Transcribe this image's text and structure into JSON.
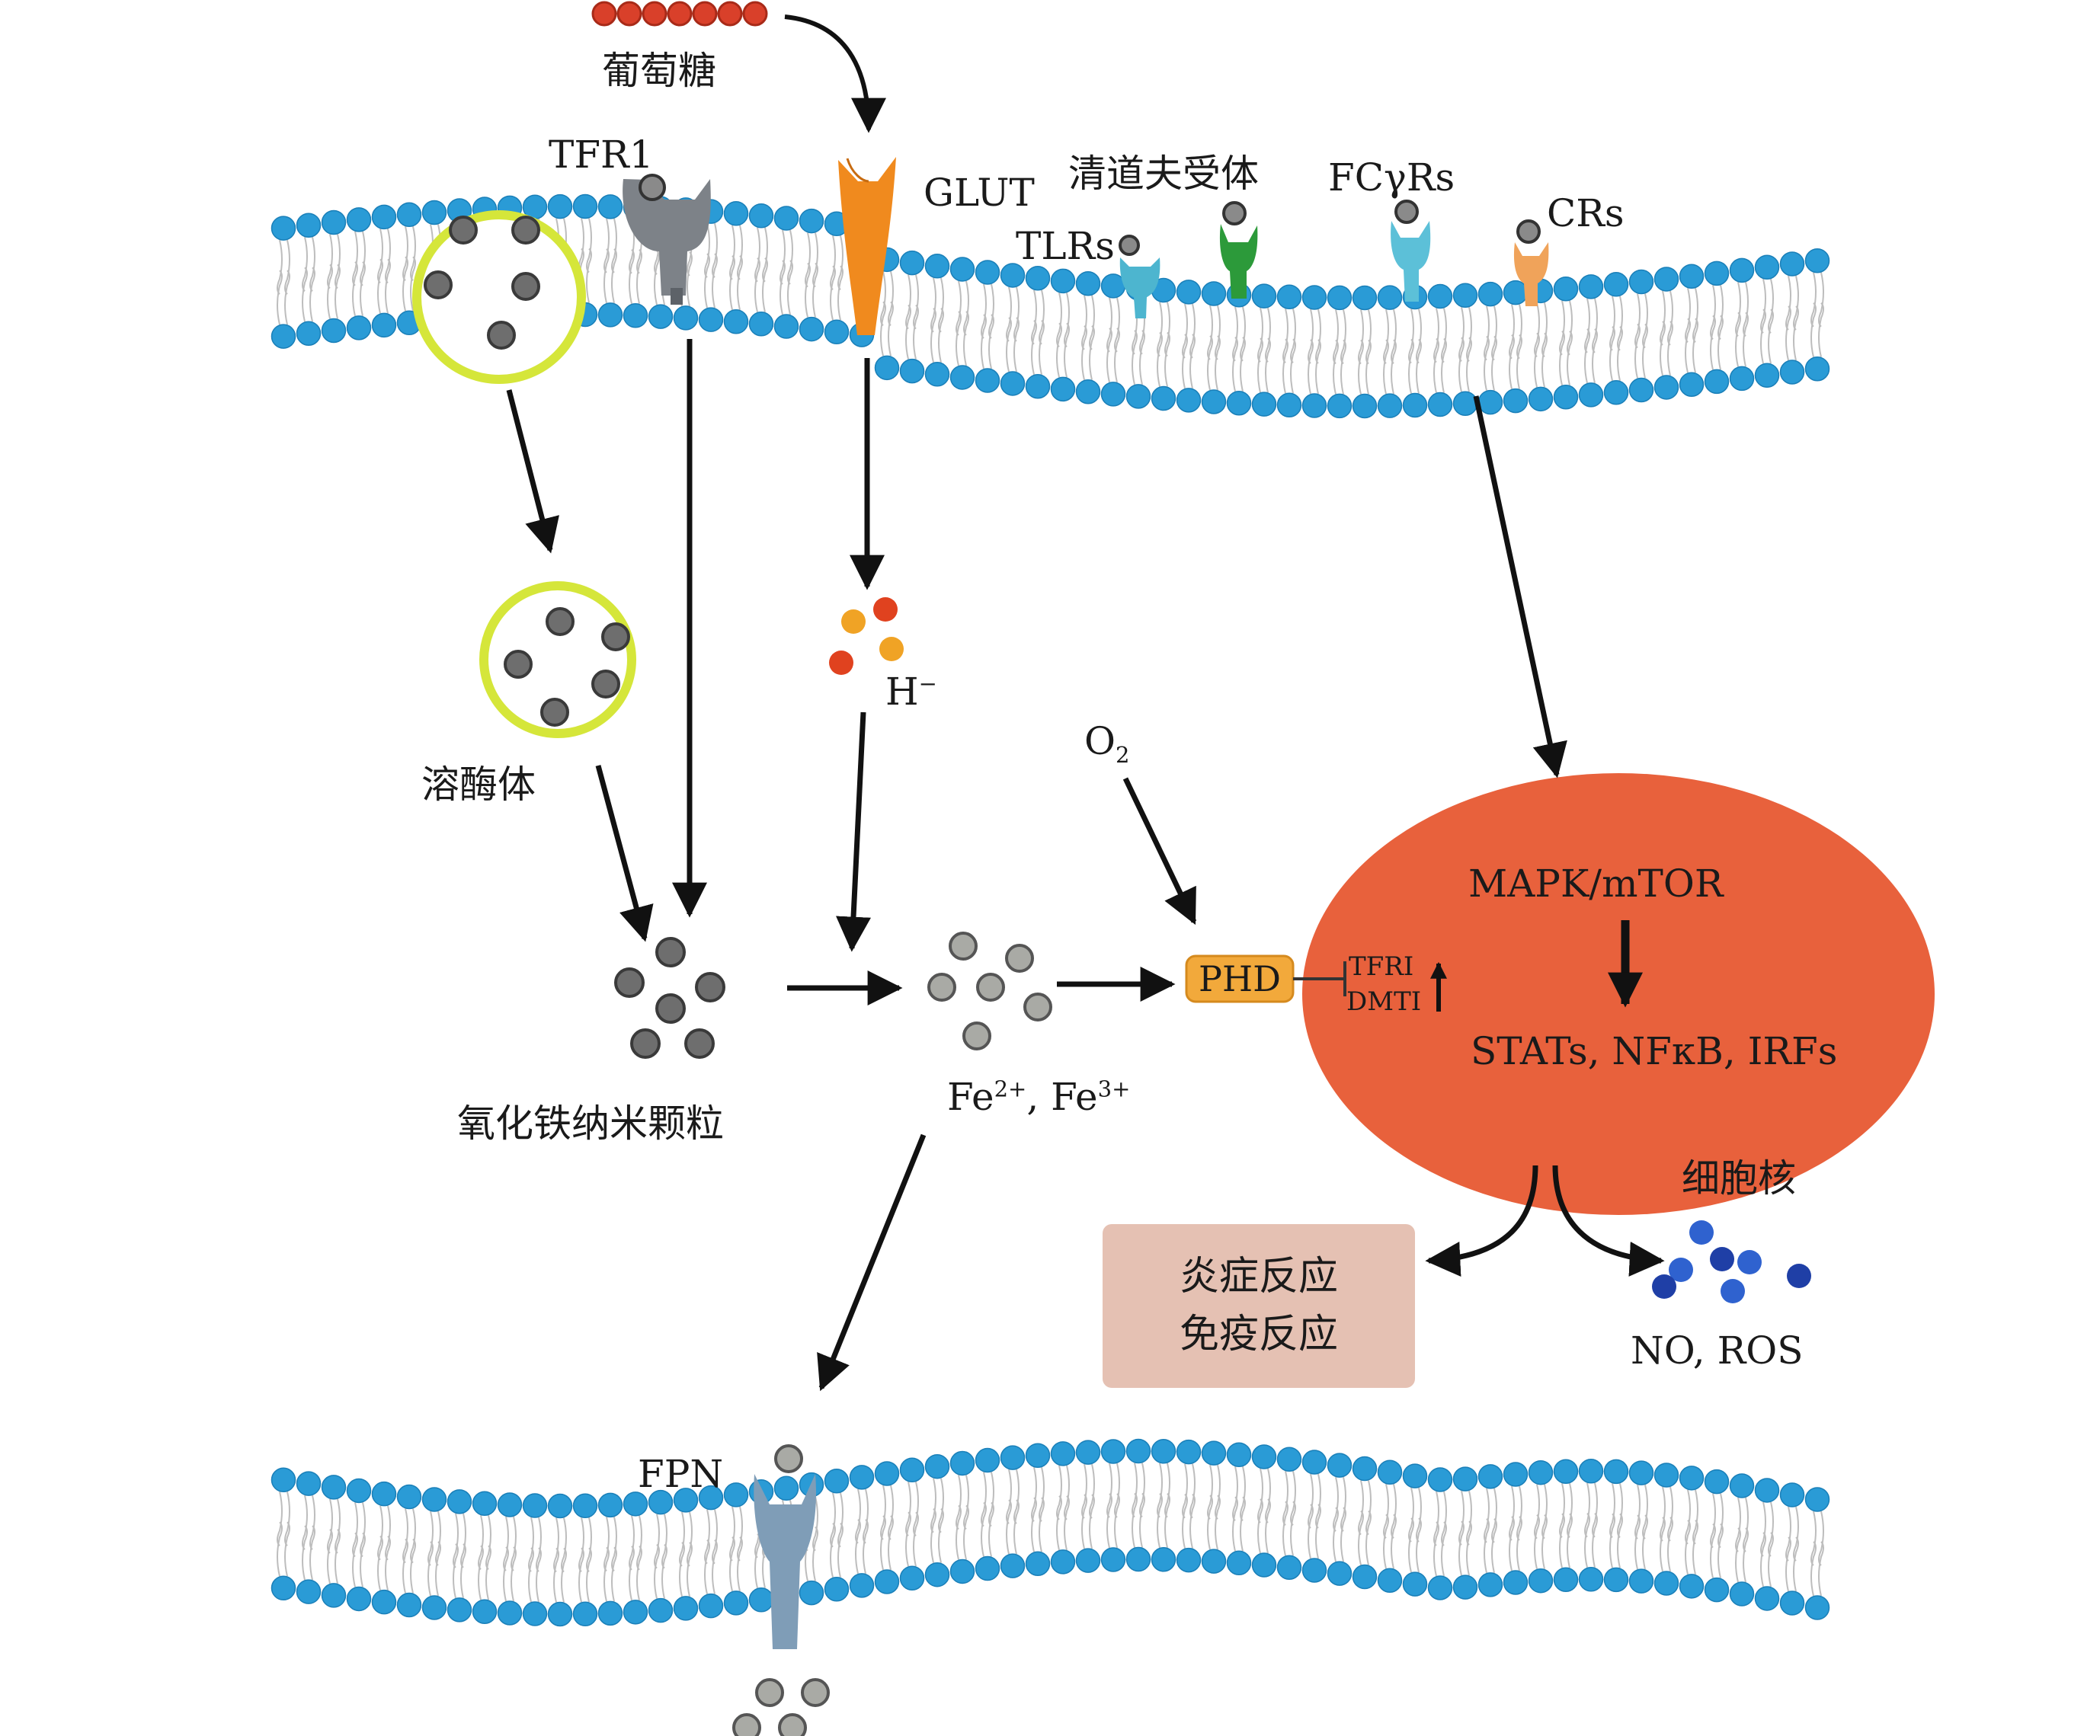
{
  "labels": {
    "glucose": "葡萄糖",
    "tfr1": "TFR1",
    "glut": "GLUT",
    "scavenger": "清道夫受体",
    "fcgr": "FCγRs",
    "tlrs": "TLRs",
    "crs": "CRs",
    "lysosome": "溶酶体",
    "h_base": "H",
    "h_sup": "−",
    "o2_base": "O",
    "o2_sub": "2",
    "phd": "PHD",
    "tfri": "TFRI",
    "dmti": "DMTI",
    "mapk": "MAPK/mTOR",
    "stats": "STATs, NFκB, IRFs",
    "nanoparticle": "氧化铁纳米颗粒",
    "fe_a": "Fe",
    "fe_a_sup": "2+",
    "fe_sep": ", Fe",
    "fe_b_sup": "3+",
    "nucleus": "细胞核",
    "inflam": "炎症反应",
    "immune": "免疫反应",
    "no_ros": "NO, ROS",
    "fpn": "FPN"
  },
  "colors": {
    "lipid_head": "#2a9bd6",
    "vesicle_ring": "#d5e63a",
    "particle": "#6e6e6e",
    "iron_particle": "#a9aaa5",
    "tfr1": "#7d8288",
    "glut": "#f08a1e",
    "tlr": "#4db5cf",
    "scavenger": "#2c9a3a",
    "fcgr": "#5cc0d8",
    "cr": "#f0a35a",
    "fpn": "#7f9db7",
    "nucleus_fill": "#e8613c",
    "phd_fill": "#f2a93b",
    "response_box": "#e5c1b3",
    "ros_dark": "#1f3fa6",
    "ros_light": "#2f62cf",
    "glucose_bead": "#d9402a"
  }
}
